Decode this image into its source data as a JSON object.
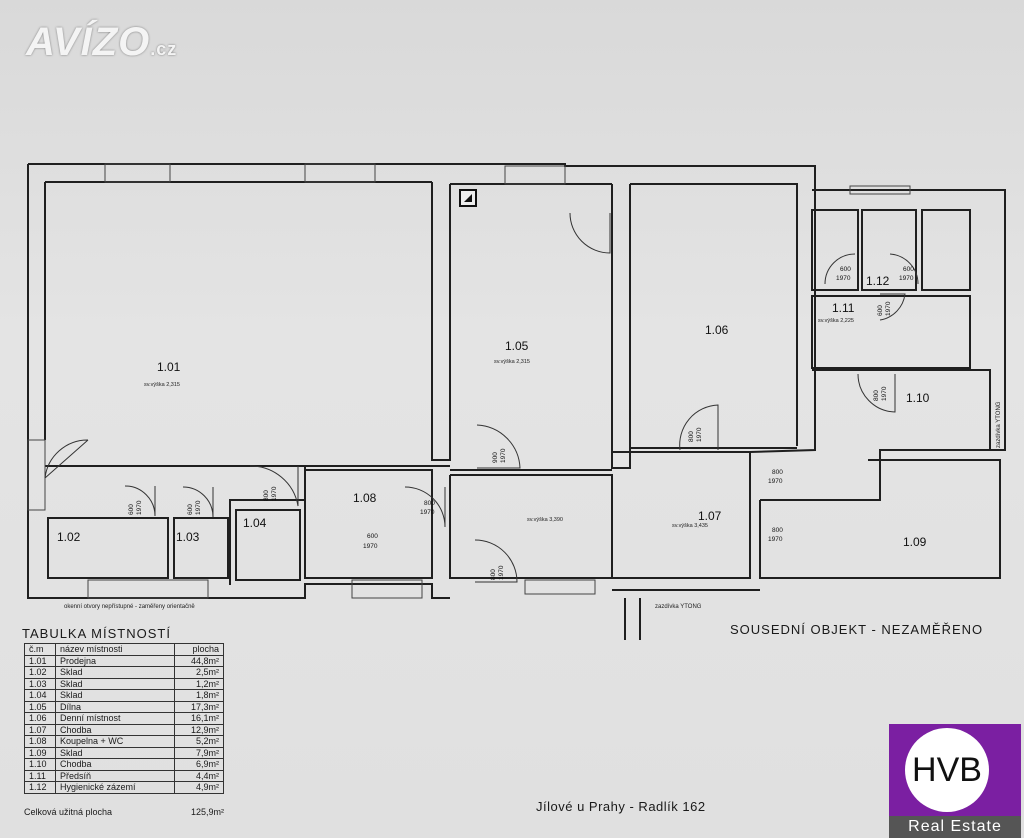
{
  "watermark": {
    "text": "AVÍZO",
    "suffix": ".cz"
  },
  "rooms": [
    {
      "id": "1.01",
      "sub": "sv.výška 2,315"
    },
    {
      "id": "1.02"
    },
    {
      "id": "1.03"
    },
    {
      "id": "1.04"
    },
    {
      "id": "1.05",
      "sub": "sv.výška 2,315"
    },
    {
      "id": "1.06"
    },
    {
      "id": "1.07",
      "sub": "sv.výška 3,435"
    },
    {
      "id": "1.08"
    },
    {
      "id": "1.09"
    },
    {
      "id": "1.10"
    },
    {
      "id": "1.11",
      "sub": "sv.výška 2,225"
    },
    {
      "id": "1.12"
    }
  ],
  "hall_height": "sv.výška 3,390",
  "doors": [
    {
      "w": "600",
      "h": "1970"
    },
    {
      "w": "600",
      "h": "1970"
    },
    {
      "w": "800",
      "h": "1970"
    },
    {
      "w": "600",
      "h": "1970"
    },
    {
      "w": "800",
      "h": "1970"
    },
    {
      "w": "900",
      "h": "1970"
    },
    {
      "w": "800",
      "h": "1970"
    },
    {
      "w": "800",
      "h": "1970"
    },
    {
      "w": "800",
      "h": "1970"
    },
    {
      "w": "800",
      "h": "1970"
    },
    {
      "w": "800",
      "h": "1970"
    },
    {
      "w": "600",
      "h": "1970"
    },
    {
      "w": "600",
      "h": "1970"
    },
    {
      "w": "600",
      "h": "1970"
    }
  ],
  "notes": {
    "windows": "okenní otvory nepřístupné - zaměřeny orientačně",
    "ytong_bottom": "zazdívka YTONG",
    "ytong_right": "zazdívka YTONG"
  },
  "neighbor": "SOUSEDNÍ OBJEKT - NEZAMĚŘENO",
  "table": {
    "title": "TABULKA MÍSTNOSTÍ",
    "headers": [
      "č.m",
      "název místnosti",
      "plocha"
    ],
    "rows": [
      [
        "1.01",
        "Prodejna",
        "44,8m²"
      ],
      [
        "1.02",
        "Sklad",
        "2,5m²"
      ],
      [
        "1.03",
        "Sklad",
        "1,2m²"
      ],
      [
        "1.04",
        "Sklad",
        "1,8m²"
      ],
      [
        "1.05",
        "Dílna",
        "17,3m²"
      ],
      [
        "1.06",
        "Denní místnost",
        "16,1m²"
      ],
      [
        "1.07",
        "Chodba",
        "12,9m²"
      ],
      [
        "1.08",
        "Koupelna + WC",
        "5,2m²"
      ],
      [
        "1.09",
        "Sklad",
        "7,9m²"
      ],
      [
        "1.10",
        "Chodba",
        "6,9m²"
      ],
      [
        "1.11",
        "Předsíň",
        "4,4m²"
      ],
      [
        "1.12",
        "Hygienické zázemí",
        "4,9m²"
      ]
    ],
    "total_label": "Celková užitná plocha",
    "total_value": "125,9m²"
  },
  "address": "Jílové u Prahy - Radlík 162",
  "brand": {
    "name": "HVB",
    "sub": "Real Estate",
    "color": "#7b1fa2"
  }
}
